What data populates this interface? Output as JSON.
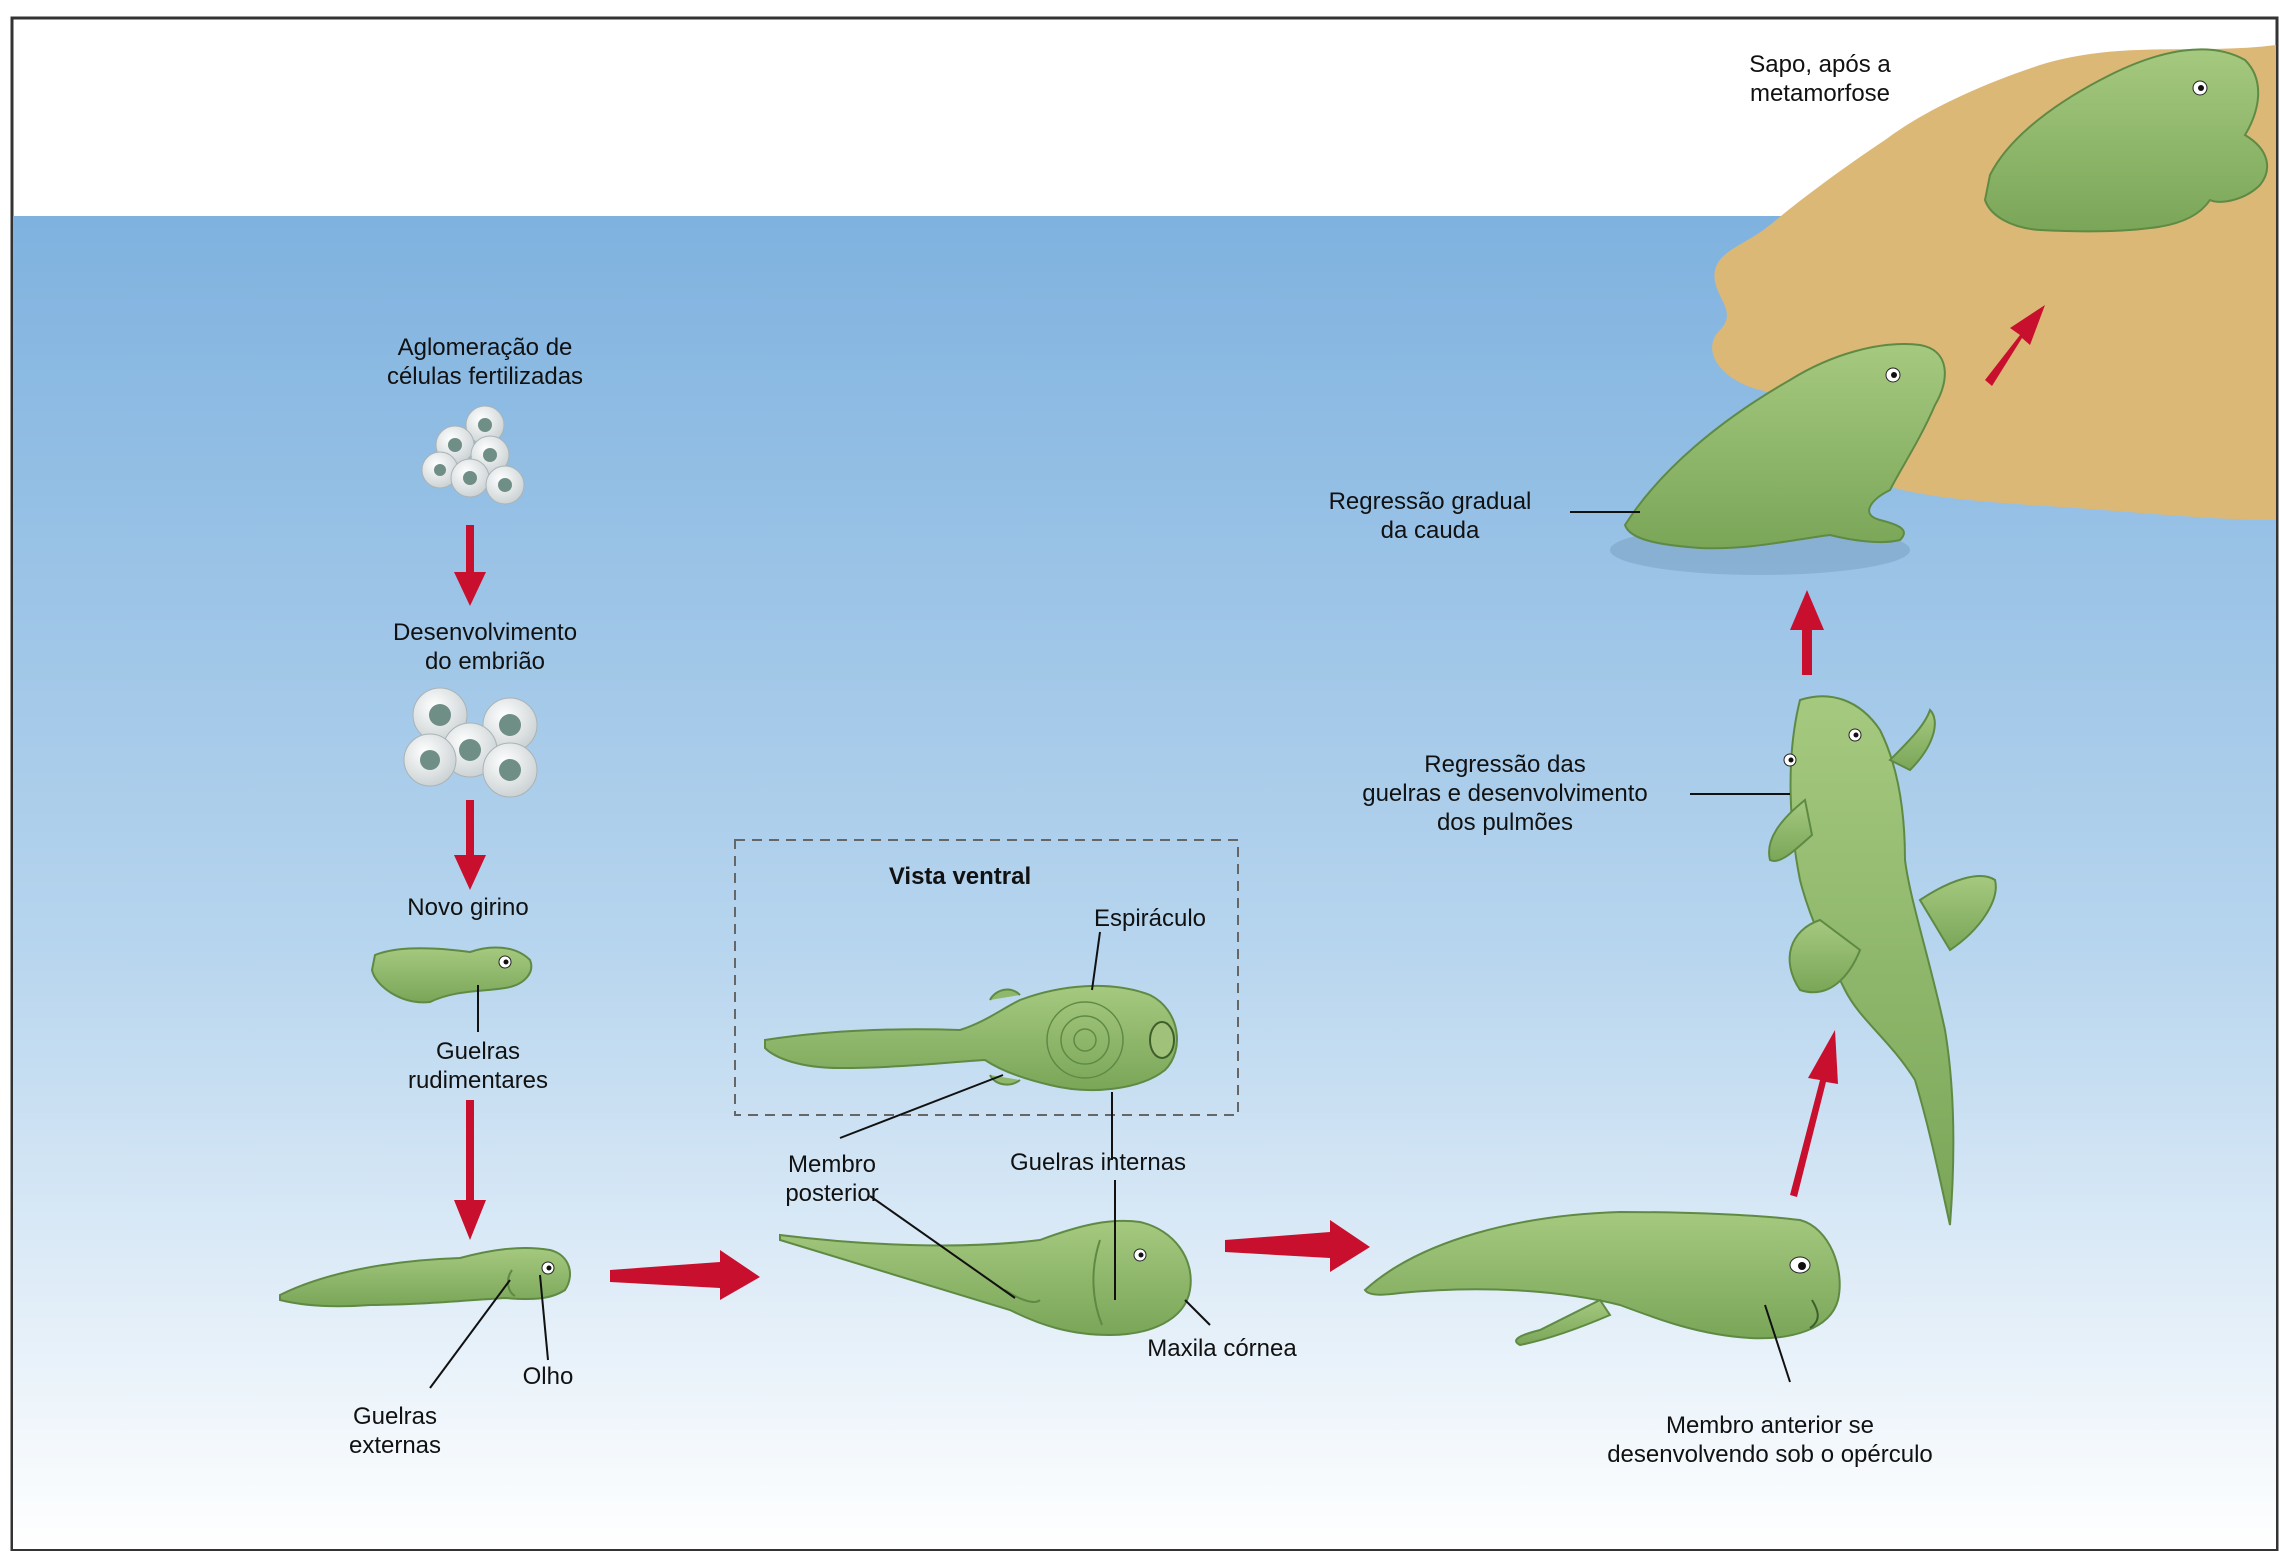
{
  "labels": {
    "eggs_cluster": [
      "Aglomeração de",
      "células fertilizadas"
    ],
    "embryo": [
      "Desenvolvimento",
      "do embrião"
    ],
    "new_tadpole": "Novo girino",
    "rudimentary_gills": [
      "Guelras",
      "rudimentares"
    ],
    "external_gills": [
      "Guelras",
      "externas"
    ],
    "eye": "Olho",
    "ventral_view": "Vista ventral",
    "spiracle": "Espiráculo",
    "hind_limb": [
      "Membro",
      "posterior"
    ],
    "internal_gills": "Guelras internas",
    "horny_jaw": "Maxila córnea",
    "forelimb": [
      "Membro anterior se",
      "desenvolvendo sob o opérculo"
    ],
    "gill_regression": [
      "Regressão das",
      "guelras e desenvolvimento",
      "dos pulmões"
    ],
    "tail_regression": [
      "Regressão gradual",
      "da cauda"
    ],
    "adult_frog": [
      "Sapo, após a",
      "metamorfose"
    ]
  },
  "colors": {
    "water_top": "#7fb2df",
    "water_bottom": "#ffffff",
    "sand": "#dcb877",
    "animal": "#8fb86a",
    "animal_dark": "#5f8a44",
    "arrow": "#c8102e",
    "egg": "#eef0f0",
    "egg_center": "#6f8f86"
  }
}
